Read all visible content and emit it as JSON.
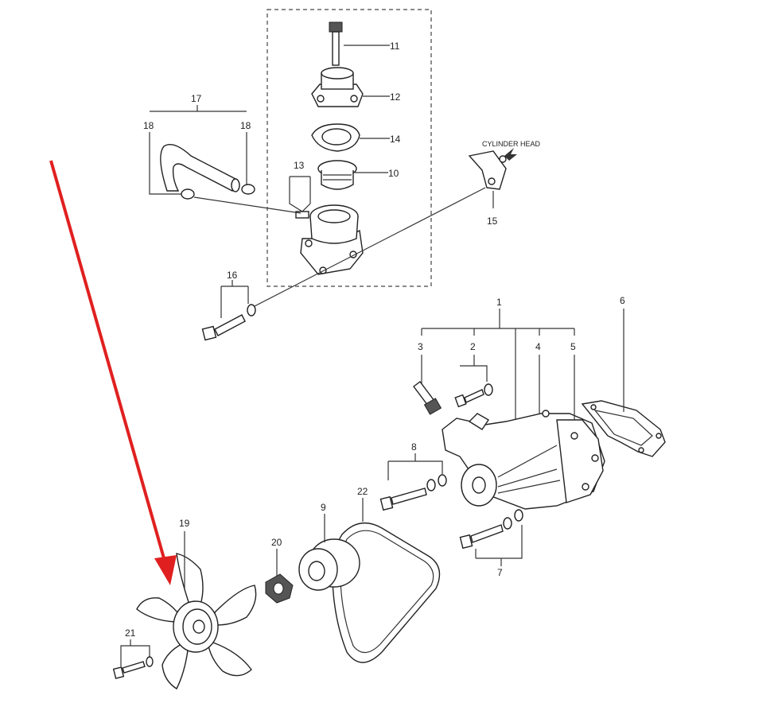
{
  "labels": {
    "p1": "1",
    "p2": "2",
    "p3": "3",
    "p4": "4",
    "p5": "5",
    "p6": "6",
    "p7": "7",
    "p8": "8",
    "p9": "9",
    "p10": "10",
    "p11": "11",
    "p12": "12",
    "p13": "13",
    "p14": "14",
    "p15": "15",
    "p16": "16",
    "p17": "17",
    "p18a": "18",
    "p18b": "18",
    "p19": "19",
    "p20": "20",
    "p21": "21",
    "p22": "22"
  },
  "annotations": {
    "cylinder_head": "CYLINDER HEAD"
  },
  "colors": {
    "arrow": "#e02020",
    "ink": "#222222"
  }
}
